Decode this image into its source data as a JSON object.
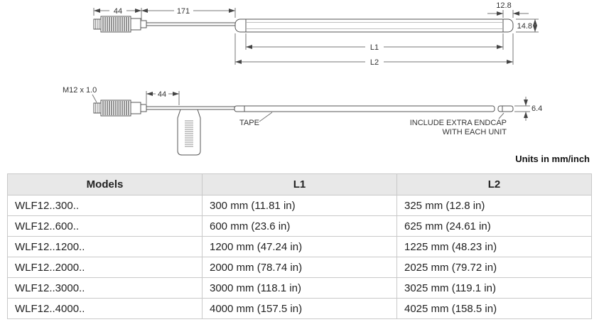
{
  "diagram": {
    "top_view": {
      "dim_connector": "44",
      "dim_cable": "171",
      "dim_endcap": "12.8",
      "dim_width": "14.8",
      "l1_label": "L1",
      "l2_label": "L2"
    },
    "side_view": {
      "thread_spec": "M12 x 1.0",
      "dim_connector": "44",
      "tape_label": "TAPE",
      "dim_thickness": "6.4",
      "endcap_note_line1": "INCLUDE EXTRA ENDCAP",
      "endcap_note_line2": "WITH EACH UNIT"
    },
    "units_note": "Units in mm/inch"
  },
  "table": {
    "headers": [
      "Models",
      "L1",
      "L2"
    ],
    "rows": [
      [
        "WLF12..300..",
        "300 mm (11.81 in)",
        "325 mm (12.8 in)"
      ],
      [
        "WLF12..600..",
        "600 mm (23.6 in)",
        "625 mm (24.61 in)"
      ],
      [
        "WLF12..1200..",
        "1200 mm (47.24 in)",
        "1225 mm (48.23 in)"
      ],
      [
        "WLF12..2000..",
        "2000 mm (78.74 in)",
        "2025 mm (79.72 in)"
      ],
      [
        "WLF12..3000..",
        "3000 mm (118.1 in)",
        "3025 mm (119.1 in)"
      ],
      [
        "WLF12..4000..",
        "4000 mm (157.5 in)",
        "4025 mm (158.5 in)"
      ]
    ]
  }
}
